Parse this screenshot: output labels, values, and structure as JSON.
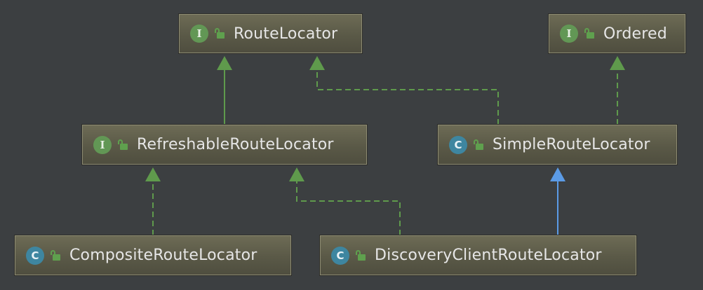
{
  "diagram": {
    "nodes": [
      {
        "id": "route-locator",
        "label": "RouteLocator",
        "kind": "interface",
        "badge": "I"
      },
      {
        "id": "ordered",
        "label": "Ordered",
        "kind": "interface",
        "badge": "I"
      },
      {
        "id": "refreshable-route-locator",
        "label": "RefreshableRouteLocator",
        "kind": "interface",
        "badge": "I"
      },
      {
        "id": "simple-route-locator",
        "label": "SimpleRouteLocator",
        "kind": "class",
        "badge": "C"
      },
      {
        "id": "composite-route-locator",
        "label": "CompositeRouteLocator",
        "kind": "class",
        "badge": "C"
      },
      {
        "id": "discovery-client-route-locator",
        "label": "DiscoveryClientRouteLocator",
        "kind": "class",
        "badge": "C"
      }
    ],
    "edges": [
      {
        "from": "refreshable-route-locator",
        "to": "route-locator",
        "type": "extends"
      },
      {
        "from": "simple-route-locator",
        "to": "route-locator",
        "type": "implements"
      },
      {
        "from": "simple-route-locator",
        "to": "ordered",
        "type": "implements"
      },
      {
        "from": "composite-route-locator",
        "to": "refreshable-route-locator",
        "type": "implements"
      },
      {
        "from": "discovery-client-route-locator",
        "to": "refreshable-route-locator",
        "type": "implements"
      },
      {
        "from": "discovery-client-route-locator",
        "to": "simple-route-locator",
        "type": "extends-class"
      }
    ],
    "colors": {
      "background": "#3c3f41",
      "interface_edge": "#5f9a4c",
      "class_edge": "#5b9be6",
      "interface_badge": "#629755",
      "class_badge": "#3e86a0",
      "access_icon": "#5fa04e"
    },
    "icons": {
      "interface": "interface-icon",
      "class": "class-icon",
      "access": "public-access-icon"
    }
  }
}
